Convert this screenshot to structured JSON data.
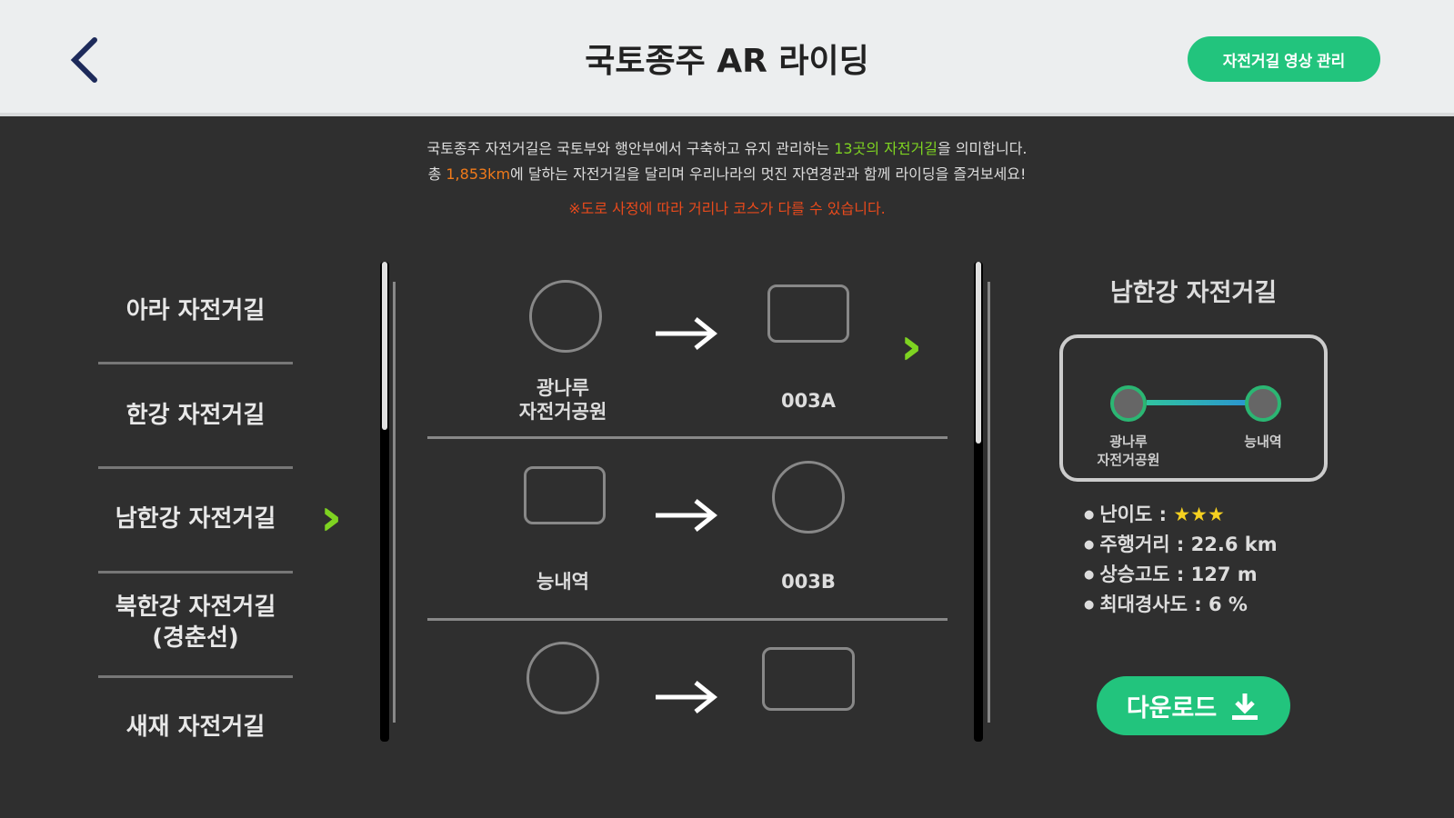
{
  "header": {
    "title": "국토종주 AR 라이딩",
    "manage_button": "자전거길 영상 관리"
  },
  "intro": {
    "line1_pre": "국토종주 자전거길은 국토부와 행안부에서 구축하고 유지 관리하는 ",
    "line1_highlight": "13곳의 자전거길",
    "line1_post": "을 의미합니다.",
    "line2_pre": "총 ",
    "line2_highlight": "1,853km",
    "line2_post": "에 달하는 자전거길을 달리며 우리나라의 멋진 자연경관과 함께 라이딩을 즐겨보세요!",
    "warning": "※도로 사정에 따라 거리나 코스가 다를 수 있습니다."
  },
  "trails": [
    {
      "label": "아라 자전거길"
    },
    {
      "label": "한강 자전거길"
    },
    {
      "label": "남한강 자전거길",
      "selected": true
    },
    {
      "label": "북한강 자전거길\n(경춘선)"
    },
    {
      "label": "새재 자전거길"
    }
  ],
  "routes": [
    {
      "from": "광나루\n자전거공원",
      "to": "003A",
      "selected": true
    },
    {
      "from": "능내역",
      "to": "003B"
    },
    {
      "from": "",
      "to": ""
    }
  ],
  "detail": {
    "title": "남한강 자전거길",
    "start": "광나루\n자전거공원",
    "end": "능내역",
    "difficulty_label": "난이도 :",
    "difficulty_stars": 3,
    "stars": "★★★",
    "distance_label": "주행거리 :",
    "distance": "22.6 km",
    "elevation_label": "상승고도 :",
    "elevation": "127 m",
    "slope_label": "최대경사도 :",
    "slope": "6 %",
    "download": "다운로드"
  },
  "colors": {
    "accent": "#22c47d",
    "highlight_green": "#7ed321",
    "highlight_orange": "#f07a1a",
    "warning": "#e84a1c"
  }
}
